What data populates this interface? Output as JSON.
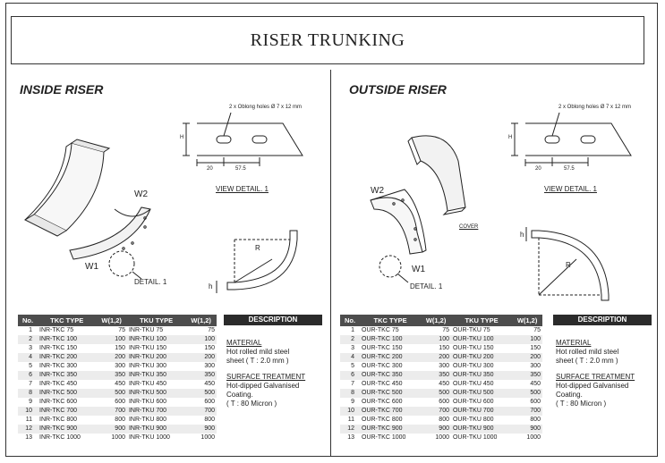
{
  "title": "RISER TRUNKING",
  "left": {
    "heading": "INSIDE RISER",
    "labels": {
      "w2": "W2",
      "w1": "W1",
      "detail": "DETAIL. 1",
      "view": "VIEW DETAIL. 1",
      "holes": "2 x Oblong holes Ø 7 x 12 mm",
      "h": "H",
      "dim20": "20",
      "dim575": "57.5",
      "r": "R",
      "hsmall": "h"
    },
    "table": {
      "headers": [
        "No.",
        "TKC TYPE",
        "W(1,2)",
        "TKU TYPE",
        "W(1,2)"
      ],
      "rows": [
        [
          "1",
          "INR-TKC 75",
          "75",
          "INR-TKU 75",
          "75"
        ],
        [
          "2",
          "INR-TKC 100",
          "100",
          "INR-TKU 100",
          "100"
        ],
        [
          "3",
          "INR-TKC 150",
          "150",
          "INR-TKU 150",
          "150"
        ],
        [
          "4",
          "INR-TKC 200",
          "200",
          "INR-TKU 200",
          "200"
        ],
        [
          "5",
          "INR-TKC 300",
          "300",
          "INR-TKU 300",
          "300"
        ],
        [
          "6",
          "INR-TKC 350",
          "350",
          "INR-TKU 350",
          "350"
        ],
        [
          "7",
          "INR-TKC 450",
          "450",
          "INR-TKU 450",
          "450"
        ],
        [
          "8",
          "INR-TKC 500",
          "500",
          "INR-TKU 500",
          "500"
        ],
        [
          "9",
          "INR-TKC 600",
          "600",
          "INR-TKU 600",
          "600"
        ],
        [
          "10",
          "INR-TKC 700",
          "700",
          "INR-TKU 700",
          "700"
        ],
        [
          "11",
          "INR-TKC 800",
          "800",
          "INR-TKU 800",
          "800"
        ],
        [
          "12",
          "INR-TKC 900",
          "900",
          "INR-TKU 900",
          "900"
        ],
        [
          "13",
          "INR-TKC 1000",
          "1000",
          "INR-TKU 1000",
          "1000"
        ]
      ]
    },
    "description": {
      "header": "DESCRIPTION",
      "material_label": "MATERIAL",
      "material_lines": [
        "Hot rolled mild steel",
        "sheet ( T : 2.0 mm )"
      ],
      "surface_label": "SURFACE TREATMENT",
      "surface_lines": [
        "Hot-dipped Galvanised",
        "Coating.",
        "( T : 80 Micron )"
      ]
    }
  },
  "right": {
    "heading": "OUTSIDE RISER",
    "labels": {
      "w2": "W2",
      "w1": "W1",
      "detail": "DETAIL. 1",
      "view": "VIEW DETAIL. 1",
      "holes": "2 x Oblong holes Ø 7 x 12 mm",
      "h": "H",
      "dim20": "20",
      "dim575": "57.5",
      "r": "R",
      "hsmall": "h",
      "cover": "COVER"
    },
    "table": {
      "headers": [
        "No.",
        "TKC TYPE",
        "W(1,2)",
        "TKU TYPE",
        "W(1,2)"
      ],
      "rows": [
        [
          "1",
          "OUR-TKC 75",
          "75",
          "OUR-TKU 75",
          "75"
        ],
        [
          "2",
          "OUR-TKC 100",
          "100",
          "OUR-TKU 100",
          "100"
        ],
        [
          "3",
          "OUR-TKC 150",
          "150",
          "OUR-TKU 150",
          "150"
        ],
        [
          "4",
          "OUR-TKC 200",
          "200",
          "OUR-TKU 200",
          "200"
        ],
        [
          "5",
          "OUR-TKC 300",
          "300",
          "OUR-TKU 300",
          "300"
        ],
        [
          "6",
          "OUR-TKC 350",
          "350",
          "OUR-TKU 350",
          "350"
        ],
        [
          "7",
          "OUR-TKC 450",
          "450",
          "OUR-TKU 450",
          "450"
        ],
        [
          "8",
          "OUR-TKC 500",
          "500",
          "OUR-TKU 500",
          "500"
        ],
        [
          "9",
          "OUR-TKC 600",
          "600",
          "OUR-TKU 600",
          "600"
        ],
        [
          "10",
          "OUR-TKC 700",
          "700",
          "OUR-TKU 700",
          "700"
        ],
        [
          "11",
          "OUR-TKC 800",
          "800",
          "OUR-TKU 800",
          "800"
        ],
        [
          "12",
          "OUR-TKC 900",
          "900",
          "OUR-TKU 900",
          "900"
        ],
        [
          "13",
          "OUR-TKC 1000",
          "1000",
          "OUR-TKU 1000",
          "1000"
        ]
      ]
    },
    "description": {
      "header": "DESCRIPTION",
      "material_label": "MATERIAL",
      "material_lines": [
        "Hot rolled mild steel",
        "sheet ( T : 2.0 mm )"
      ],
      "surface_label": "SURFACE TREATMENT",
      "surface_lines": [
        "Hot-dipped Galvanised",
        "Coating.",
        "( T : 80 Micron )"
      ]
    }
  }
}
